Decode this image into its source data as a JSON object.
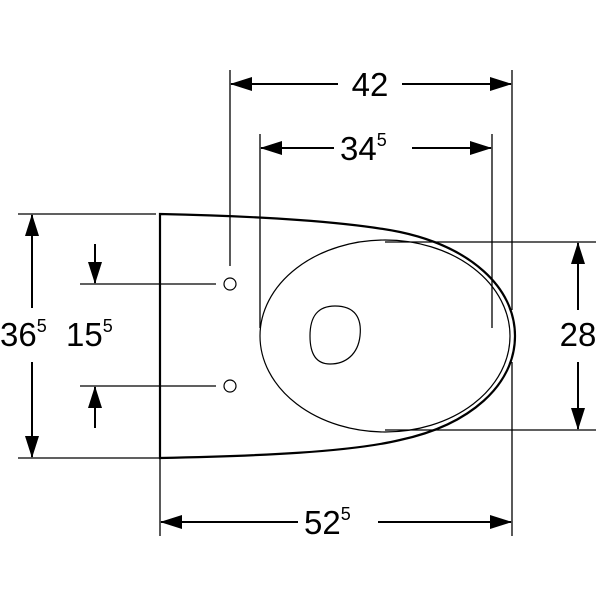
{
  "diagram": {
    "dimensions": {
      "width_outer": {
        "value": "42",
        "sup": ""
      },
      "width_inner": {
        "value": "34",
        "sup": "5"
      },
      "height_total": {
        "value": "36",
        "sup": "5"
      },
      "hole_spacing": {
        "value": "15",
        "sup": "5"
      },
      "bowl_width": {
        "value": "28",
        "sup": ""
      },
      "length": {
        "value": "52",
        "sup": "5"
      }
    },
    "colors": {
      "line": "#000000",
      "background": "#ffffff"
    }
  }
}
